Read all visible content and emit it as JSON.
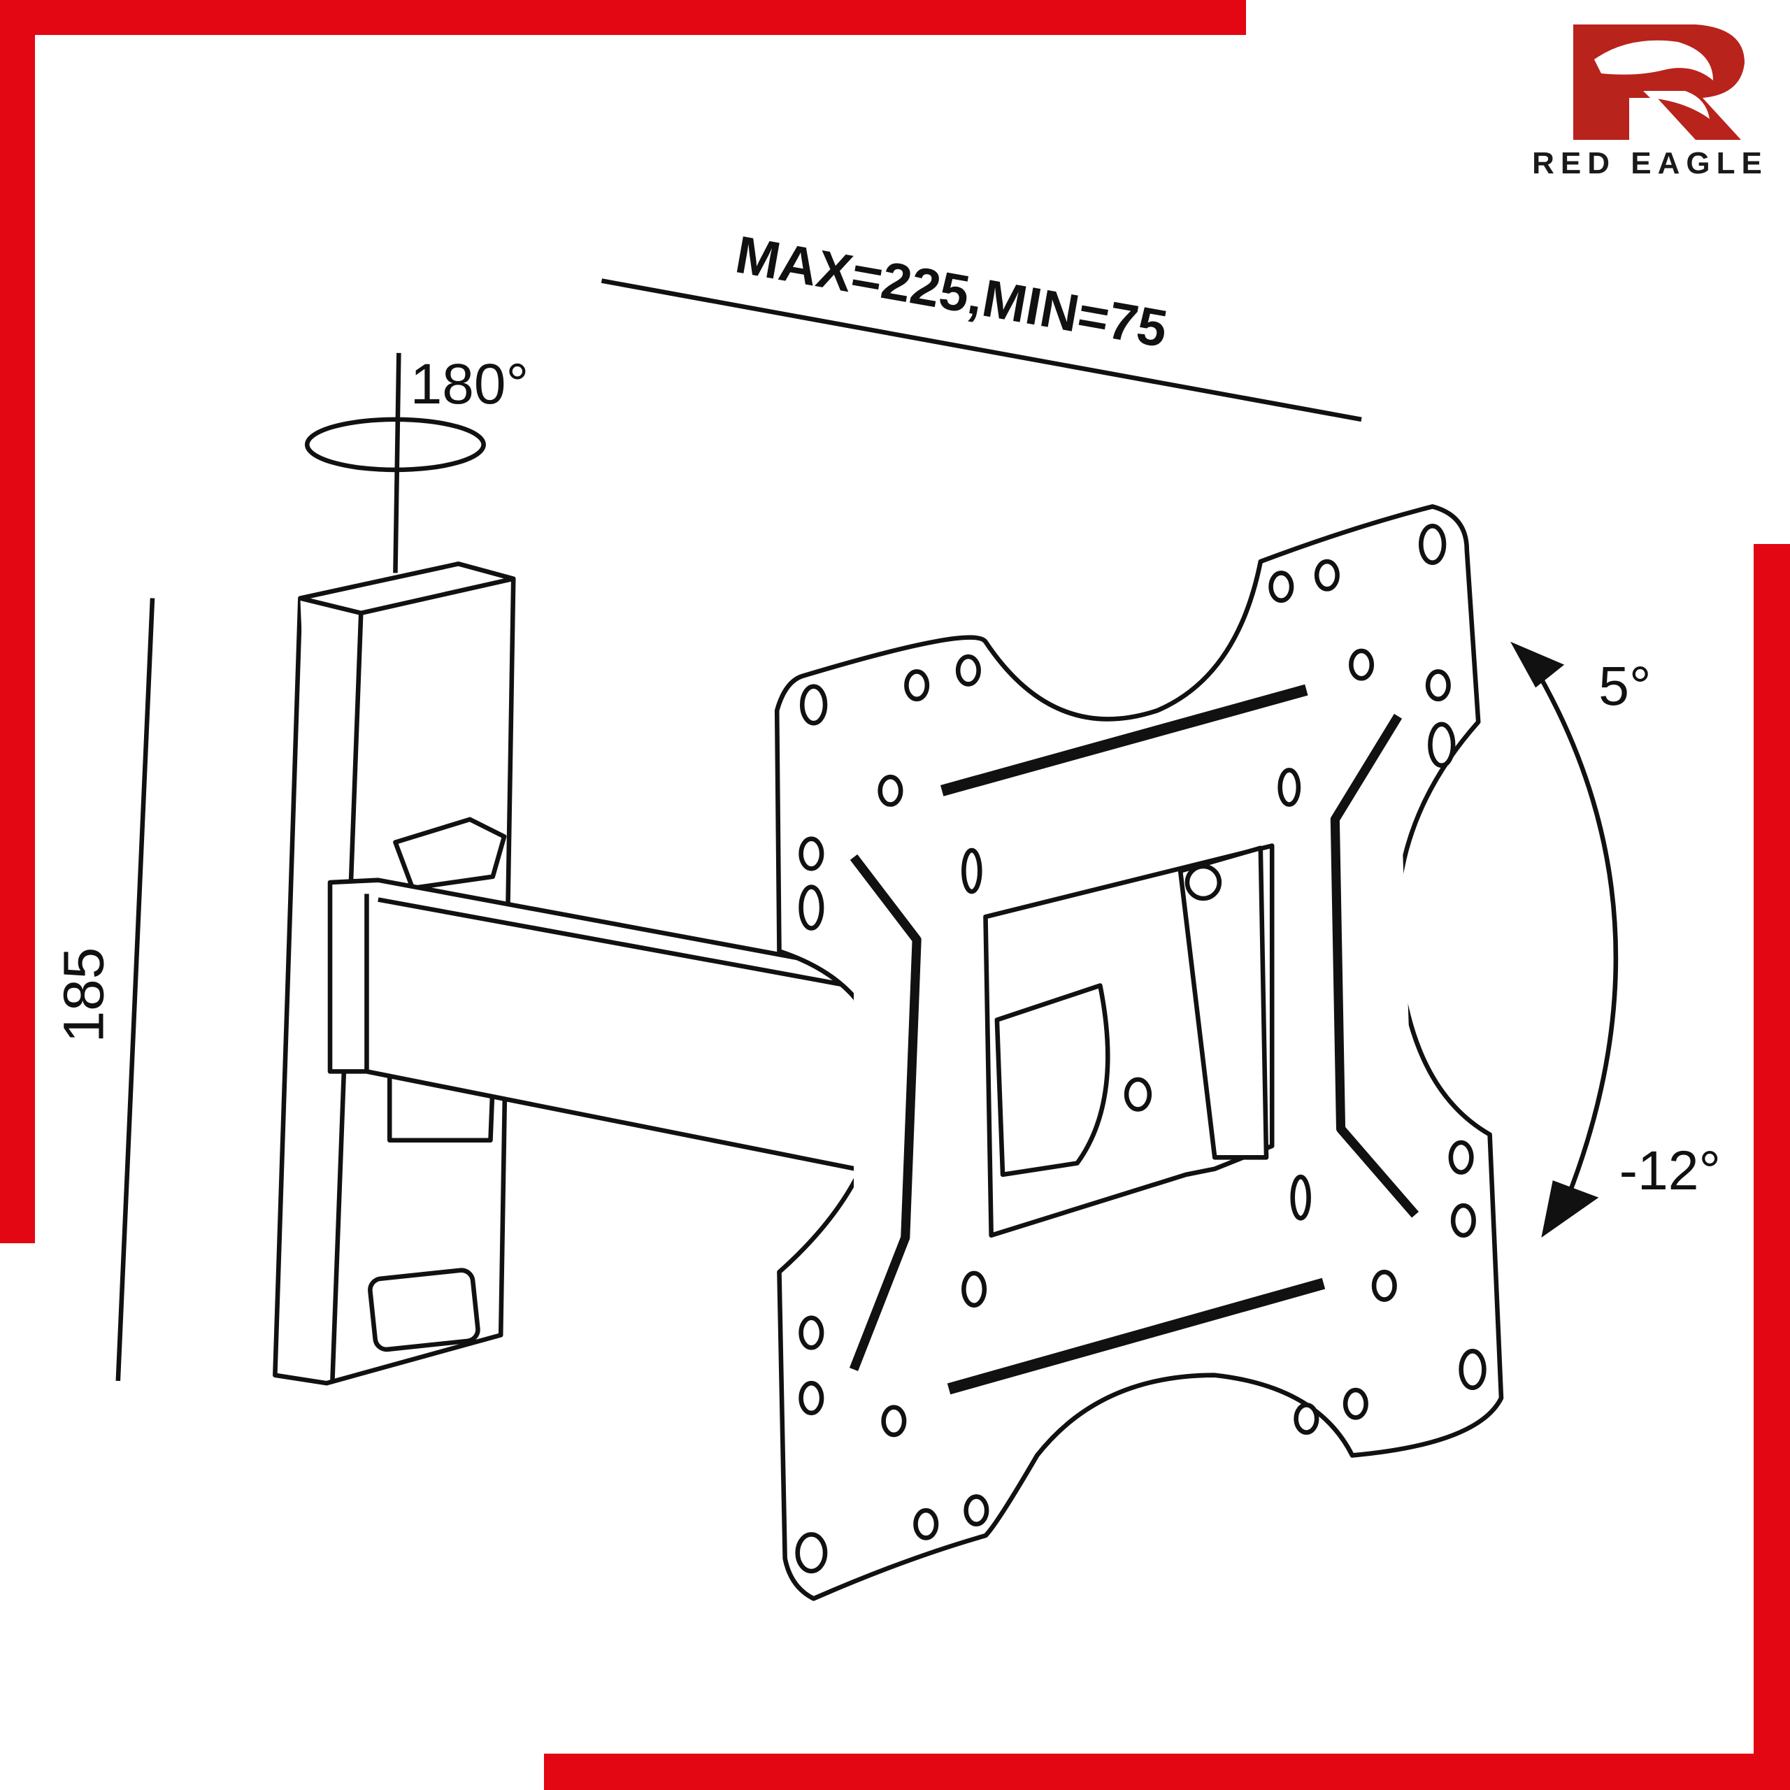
{
  "brand": {
    "name": "RED EAGLE",
    "color": "#e30613",
    "logo_color": "#b8231c"
  },
  "diagram": {
    "rotation_label": "180°",
    "width_label": "MAX=225,MIN=75",
    "height_label": "185",
    "tilt_up_label": "5°",
    "tilt_down_label": "-12°"
  }
}
